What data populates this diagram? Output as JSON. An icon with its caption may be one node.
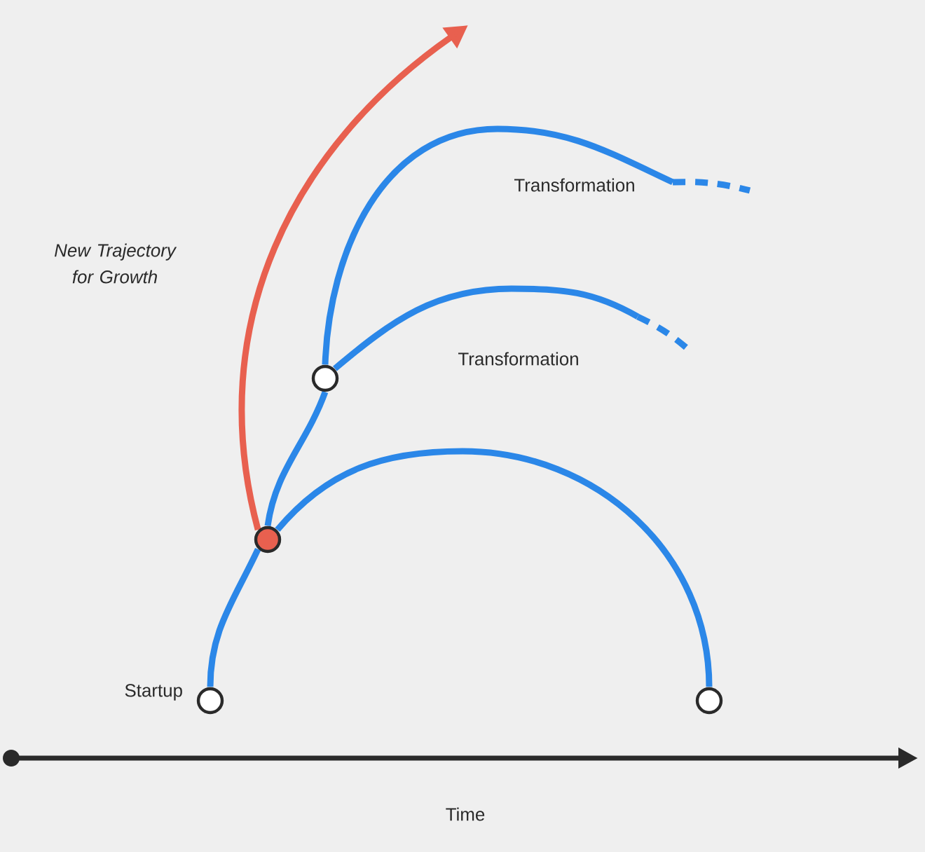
{
  "diagram": {
    "nodes": [
      {
        "text": [],
        "shape": "circle",
        "beside": [
          "Startup"
        ]
      },
      {
        "text": [],
        "shape": "circle"
      },
      {
        "text": [],
        "shape": "circle"
      },
      {
        "text": [],
        "shape": "circle"
      }
    ],
    "edges": [
      {
        "from": 0,
        "to": 2,
        "arrow": "none"
      },
      {
        "from": 2,
        "to": 1,
        "arrow": "none"
      },
      {
        "from": 2,
        "to": 3,
        "arrow": "none"
      },
      {
        "from": 2,
        "to": null,
        "arrow": "to",
        "color": "#e8604f"
      },
      {
        "from": 3,
        "to": null,
        "arrow": "none"
      },
      {
        "from": 3,
        "to": null,
        "arrow": "none"
      }
    ],
    "labels": [
      "New Trajectory for Growth",
      "Transformation",
      "Transformation",
      "Time"
    ]
  }
}
